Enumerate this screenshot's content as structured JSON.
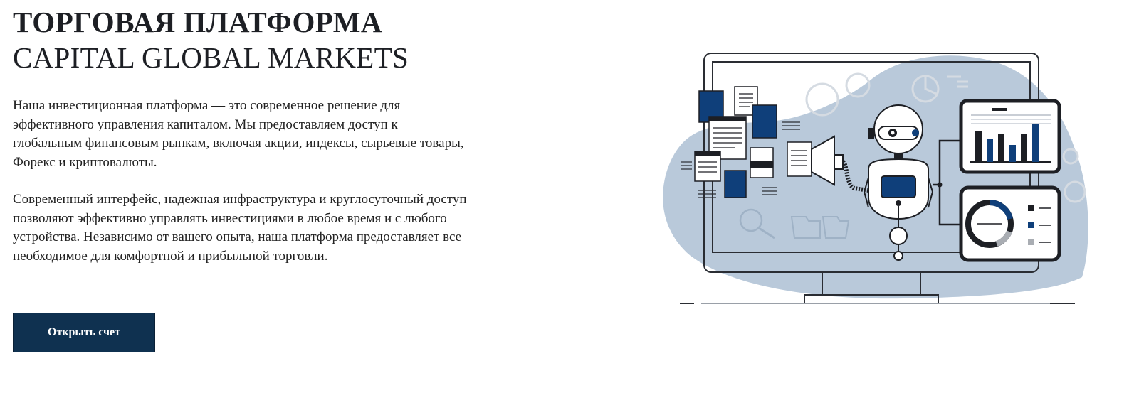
{
  "hero": {
    "title_line1": "ТОРГОВАЯ ПЛАТФОРМА",
    "title_line2": "CAPITAL GLOBAL MARKETS",
    "paragraph1": "Наша инвестиционная платформа — это современное решение для эффективного управления капиталом. Мы предоставляем доступ к глобальным финансовым рынкам, включая акции, индексы, сырьевые товары, Форекс и криптовалюты.",
    "paragraph2": "Современный интерфейс, надежная инфраструктура и круглосуточный доступ позволяют эффективно управлять инвестициями в любое время и с любого устройства. Независимо от вашего опыта, наша платформа предоставляет все необходимое для комфортной и прибыльной торговли.",
    "cta_label": "Открыть счет"
  },
  "illustration": {
    "icon": "robot-trading-monitor-icon",
    "colors": {
      "accent": "#0f3f7a",
      "blob": "#b9c9da",
      "outline": "#1d1f24"
    }
  }
}
